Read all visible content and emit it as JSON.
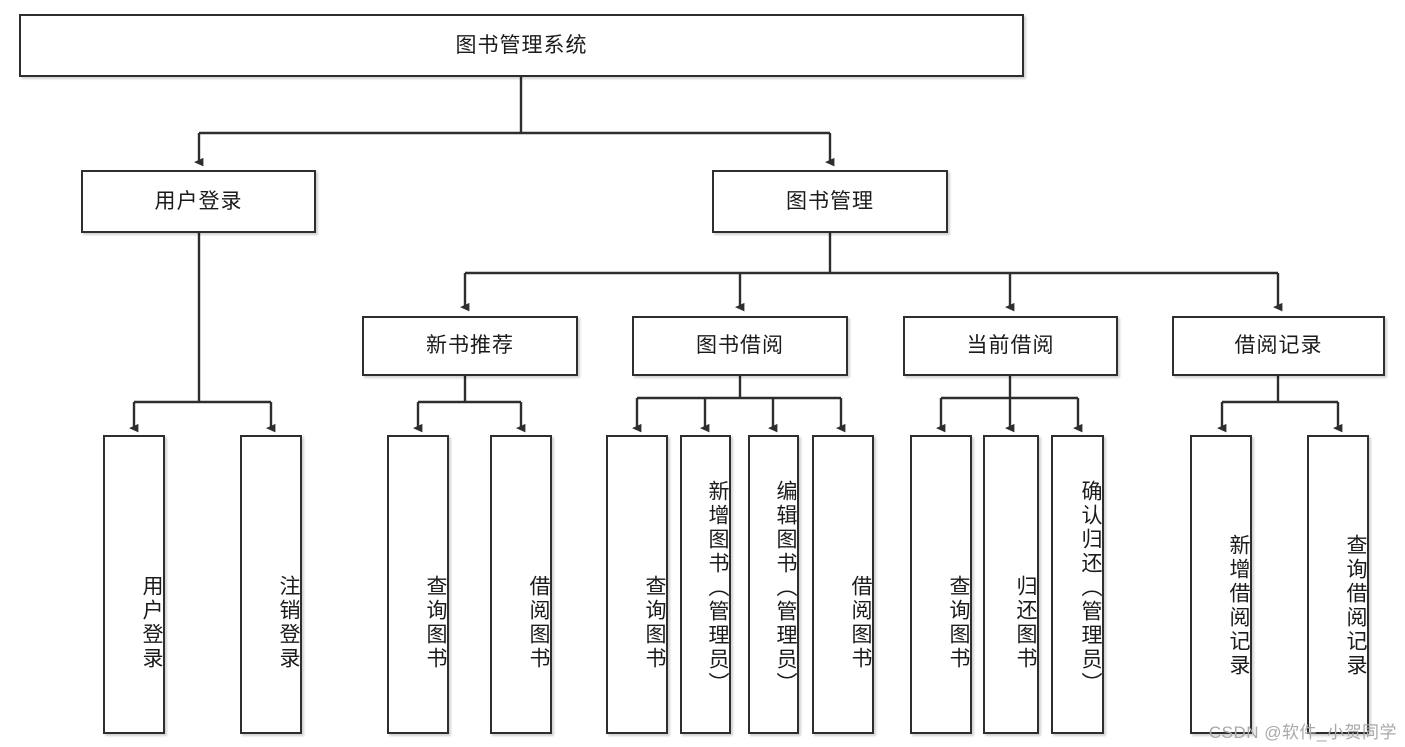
{
  "diagram": {
    "type": "tree-hierarchy",
    "title": "图书管理系统",
    "watermark": "CSDN @软件_小贺同学",
    "colors": {
      "node_border": "#2e2e2e",
      "node_fill": "#ffffff",
      "edge": "#2e2e2e",
      "text": "#1b1b1b",
      "watermark": "#a9a9a9"
    },
    "levels": [
      {
        "level": 1,
        "nodes": [
          {
            "id": "root",
            "label": "图书管理系统",
            "orientation": "horizontal"
          }
        ]
      },
      {
        "level": 2,
        "nodes": [
          {
            "id": "user-login",
            "label": "用户登录",
            "orientation": "horizontal"
          },
          {
            "id": "book-manage",
            "label": "图书管理",
            "orientation": "horizontal"
          }
        ]
      },
      {
        "level": 3,
        "nodes": [
          {
            "id": "new-book-rec",
            "label": "新书推荐",
            "orientation": "horizontal"
          },
          {
            "id": "book-borrow",
            "label": "图书借阅",
            "orientation": "horizontal"
          },
          {
            "id": "current-borrow",
            "label": "当前借阅",
            "orientation": "horizontal"
          },
          {
            "id": "borrow-record",
            "label": "借阅记录",
            "orientation": "horizontal"
          }
        ]
      },
      {
        "level": 4,
        "nodes": [
          {
            "id": "leaf-user-login",
            "label": "用户登录",
            "orientation": "vertical",
            "parent": "user-login"
          },
          {
            "id": "leaf-user-logout",
            "label": "注销登录",
            "orientation": "vertical",
            "parent": "user-login"
          },
          {
            "id": "leaf-query-book-1",
            "label": "查询图书",
            "orientation": "vertical",
            "parent": "new-book-rec"
          },
          {
            "id": "leaf-borrow-book-1",
            "label": "借阅图书",
            "orientation": "vertical",
            "parent": "new-book-rec"
          },
          {
            "id": "leaf-query-book-2",
            "label": "查询图书",
            "orientation": "vertical",
            "parent": "book-borrow"
          },
          {
            "id": "leaf-add-book",
            "label": "新增图书（管理员）",
            "orientation": "vertical",
            "parent": "book-borrow"
          },
          {
            "id": "leaf-edit-book",
            "label": "编辑图书（管理员）",
            "orientation": "vertical",
            "parent": "book-borrow"
          },
          {
            "id": "leaf-borrow-book-2",
            "label": "借阅图书",
            "orientation": "vertical",
            "parent": "book-borrow"
          },
          {
            "id": "leaf-query-book-3",
            "label": "查询图书",
            "orientation": "vertical",
            "parent": "current-borrow"
          },
          {
            "id": "leaf-return-book",
            "label": "归还图书",
            "orientation": "vertical",
            "parent": "current-borrow"
          },
          {
            "id": "leaf-confirm-return",
            "label": "确认归还（管理员）",
            "orientation": "vertical",
            "parent": "current-borrow"
          },
          {
            "id": "leaf-add-record",
            "label": "新增借阅记录",
            "orientation": "vertical",
            "parent": "borrow-record"
          },
          {
            "id": "leaf-query-record",
            "label": "查询借阅记录",
            "orientation": "vertical",
            "parent": "borrow-record"
          }
        ]
      }
    ]
  }
}
